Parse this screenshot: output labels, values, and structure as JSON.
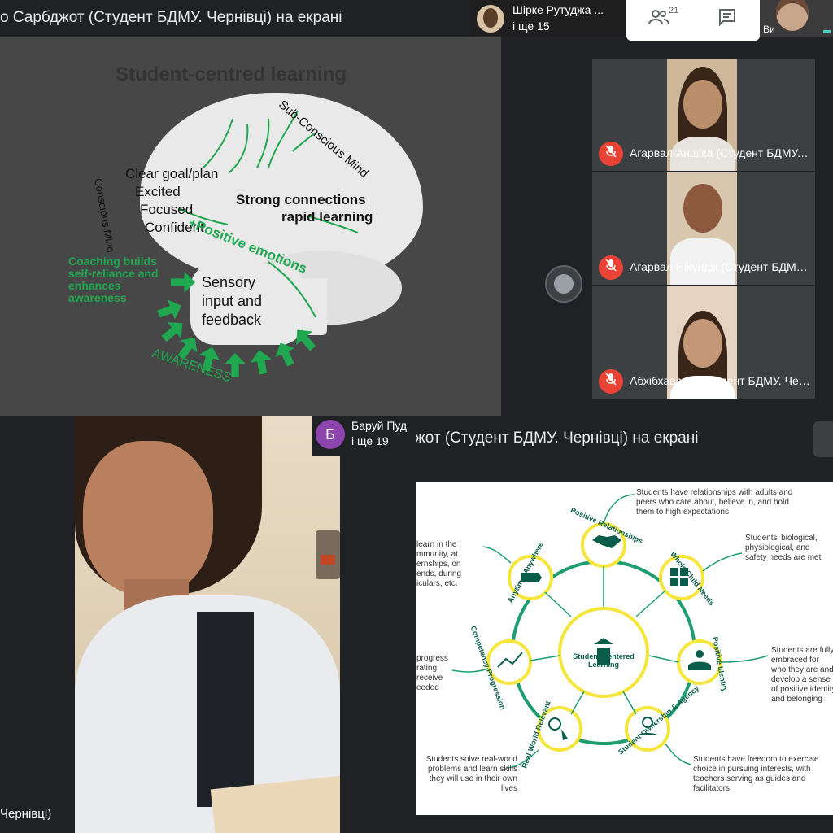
{
  "meeting": {
    "presenting_title": "о Сарбджот (Студент БДМУ. Чернівці) на екрані",
    "participants_chip": {
      "name": "Шірке Рутуджа ...",
      "more": "і ще 15"
    },
    "people_count": "21",
    "self_label": "Ви",
    "tiles": [
      {
        "name": "Агарвал Аншіка (Студент БДМУ. Чернівці)"
      },
      {
        "name": "Агарвал Нікундж (Студент БДМУ. Чернівці)"
      },
      {
        "name": "Абхібхавана (Студент БДМУ. Чернівці)"
      }
    ],
    "icons": {
      "people": "people-icon",
      "chat": "chat-icon",
      "mic": "mic-off-icon"
    }
  },
  "slide1": {
    "title": "Student-centred learning",
    "conscious_mind": "Conscious Mind",
    "sub_conscious_mind": "Sub-Conscious Mind",
    "states": [
      "Clear goal/plan",
      "Excited",
      "Focused",
      "Confident"
    ],
    "strong_connections": "Strong connections",
    "rapid_learning": "rapid learning",
    "positive_emotions": "+Positive emotions",
    "coaching": [
      "Coaching builds",
      "self-reliance and",
      "enhances",
      "awareness"
    ],
    "sensory": [
      "Sensory",
      "input and",
      "feedback"
    ],
    "awareness": "AWARENESS"
  },
  "bottom_left": {
    "chip_initial": "Б",
    "chip_name": "Баруй Пуд",
    "chip_more": "і ще 19",
    "bottom_label": "Чернівці)"
  },
  "bottom_right": {
    "presenting_title": "жот (Студент БДМУ. Чернівці) на екрані"
  },
  "slide2": {
    "center": "Student-Centered Learning",
    "nodes": [
      {
        "label": "Positive Relationships",
        "desc": "Students have relationships with adults and peers who care about, believe in, and hold them to high expectations"
      },
      {
        "label": "Whole Child Needs",
        "desc": "Students' biological, physiological, and safety needs are met"
      },
      {
        "label": "Positive Identity",
        "desc": "Students are fully embraced for who they are and develop a sense of positive identity and belonging"
      },
      {
        "label": "Student Ownership & Agency",
        "desc": "Students have freedom to exercise choice in pursuing interests, with teachers serving as guides and facilitators"
      },
      {
        "label": "Real-World Relevant",
        "desc": "Students solve real-world problems and learn skills they will use in their own lives"
      },
      {
        "label": "Competency Progression",
        "desc": "progress rating receive eeded"
      },
      {
        "label": "Anytime, Anywhere",
        "desc": "learn in the mmunity, at ernships, on ends, during iculars, etc."
      }
    ],
    "colors": {
      "teal": "#0b5d4b",
      "yellow": "#f6e63c",
      "green": "#1e9e6e"
    }
  }
}
